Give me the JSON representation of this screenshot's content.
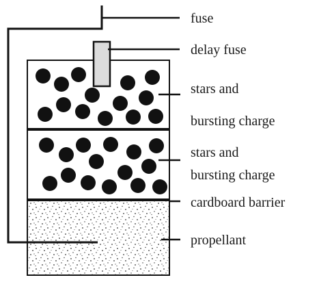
{
  "labels": {
    "fuse": "fuse",
    "delay_fuse": "delay fuse",
    "upper_layer_line1": "stars and",
    "upper_layer_line2": "bursting charge",
    "lower_layer_line1": "stars and",
    "lower_layer_line2": "bursting charge",
    "cardboard_barrier": "cardboard barrier",
    "propellant": "propellant"
  },
  "colors": {
    "ink": "#111111",
    "delay_fuse_fill": "#dcdcdc",
    "propellant_speckle": "#333333"
  }
}
